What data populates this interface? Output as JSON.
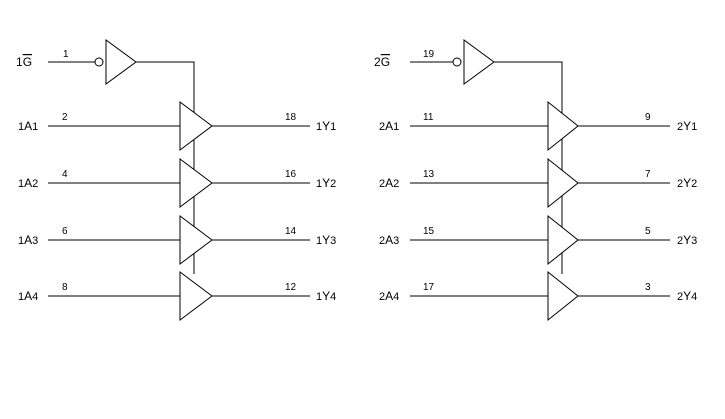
{
  "title": "Octal buffer / line driver logic diagram",
  "groups": [
    {
      "id": "1",
      "enable": {
        "prefix": "1",
        "letter": "G",
        "pin": "1"
      },
      "channels": [
        {
          "in_prefix": "1",
          "in_letter": "A",
          "in_index": "1",
          "in_pin": "2",
          "out_pin": "18",
          "out_prefix": "1",
          "out_letter": "Y",
          "out_index": "1"
        },
        {
          "in_prefix": "1",
          "in_letter": "A",
          "in_index": "2",
          "in_pin": "4",
          "out_pin": "16",
          "out_prefix": "1",
          "out_letter": "Y",
          "out_index": "2"
        },
        {
          "in_prefix": "1",
          "in_letter": "A",
          "in_index": "3",
          "in_pin": "6",
          "out_pin": "14",
          "out_prefix": "1",
          "out_letter": "Y",
          "out_index": "3"
        },
        {
          "in_prefix": "1",
          "in_letter": "A",
          "in_index": "4",
          "in_pin": "8",
          "out_pin": "12",
          "out_prefix": "1",
          "out_letter": "Y",
          "out_index": "4"
        }
      ]
    },
    {
      "id": "2",
      "enable": {
        "prefix": "2",
        "letter": "G",
        "pin": "19"
      },
      "channels": [
        {
          "in_prefix": "2",
          "in_letter": "A",
          "in_index": "1",
          "in_pin": "11",
          "out_pin": "9",
          "out_prefix": "2",
          "out_letter": "Y",
          "out_index": "1"
        },
        {
          "in_prefix": "2",
          "in_letter": "A",
          "in_index": "2",
          "in_pin": "13",
          "out_pin": "7",
          "out_prefix": "2",
          "out_letter": "Y",
          "out_index": "2"
        },
        {
          "in_prefix": "2",
          "in_letter": "A",
          "in_index": "3",
          "in_pin": "15",
          "out_pin": "5",
          "out_prefix": "2",
          "out_letter": "Y",
          "out_index": "3"
        },
        {
          "in_prefix": "2",
          "in_letter": "A",
          "in_index": "4",
          "in_pin": "17",
          "out_pin": "3",
          "out_prefix": "2",
          "out_letter": "Y",
          "out_index": "4"
        }
      ]
    }
  ]
}
